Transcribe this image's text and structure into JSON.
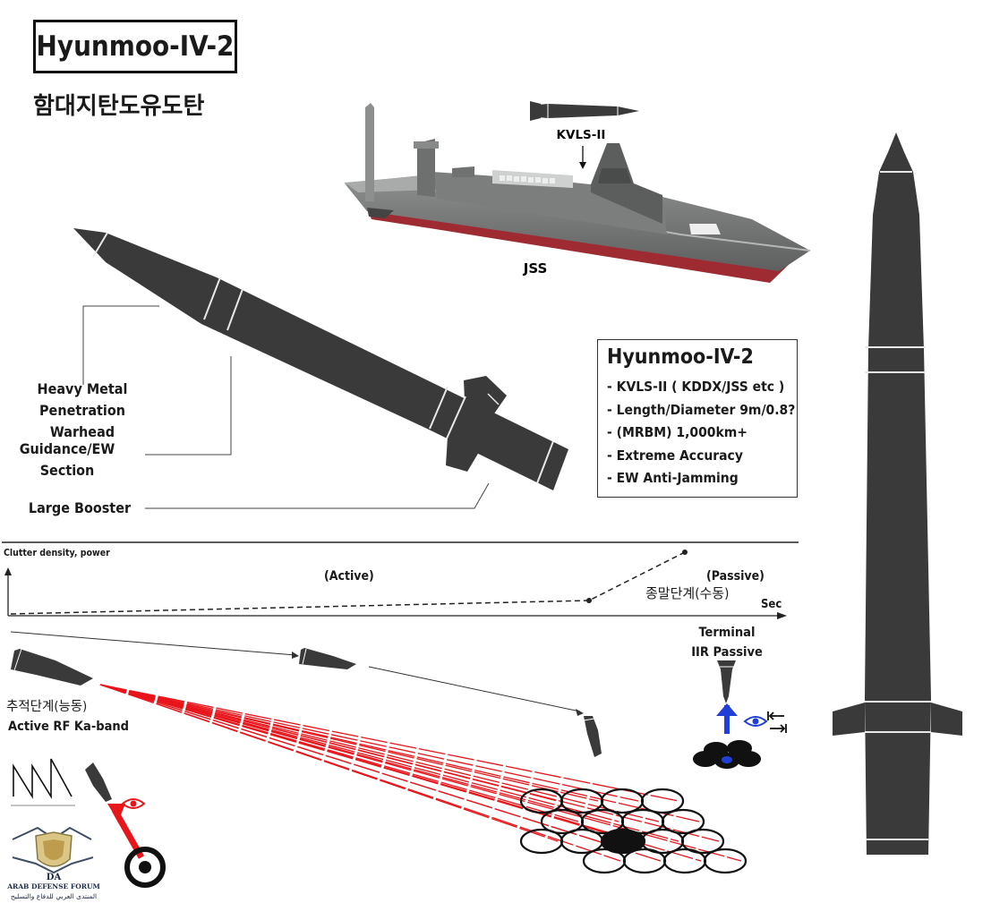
{
  "title": "Hyunmoo-IV-2",
  "subtitle_ko": "함대지탄도유도탄",
  "ship": {
    "label": "JSS",
    "vls_label": "KVLS-II"
  },
  "missile_parts": {
    "warhead": [
      "Heavy Metal",
      "Penetration Warhead"
    ],
    "guidance": [
      "Guidance/EW",
      "Section"
    ],
    "booster": "Large Booster"
  },
  "specs": {
    "title": "Hyunmoo-IV-2",
    "items": [
      "- KVLS-II ( KDDX/JSS etc )",
      "- Length/Diameter 9m/0.8?",
      "- (MRBM)  1,000km+",
      "- Extreme Accuracy",
      "- EW Anti-Jamming"
    ]
  },
  "graph": {
    "ylabel": "Clutter density, power",
    "xlabel": "Sec",
    "active_label": "(Active)",
    "passive_label": "(Passive)",
    "passive_ko": "종말단계(수동)"
  },
  "phases": {
    "tracking_ko": "추적단계(능동)",
    "active_label": "Active RF Ka-band",
    "terminal": [
      "Terminal",
      "IIR Passive"
    ]
  },
  "watermark": {
    "abbr": "DA",
    "name": "ARAB DEFENSE FORUM",
    "name_ar": "المنتدى العربي للدفاع والتسليح"
  },
  "colors": {
    "missile": "#3a3a3a",
    "laser": "#e8151b",
    "passive": "#1f3fd6",
    "hull_red": "#9e2a32"
  }
}
